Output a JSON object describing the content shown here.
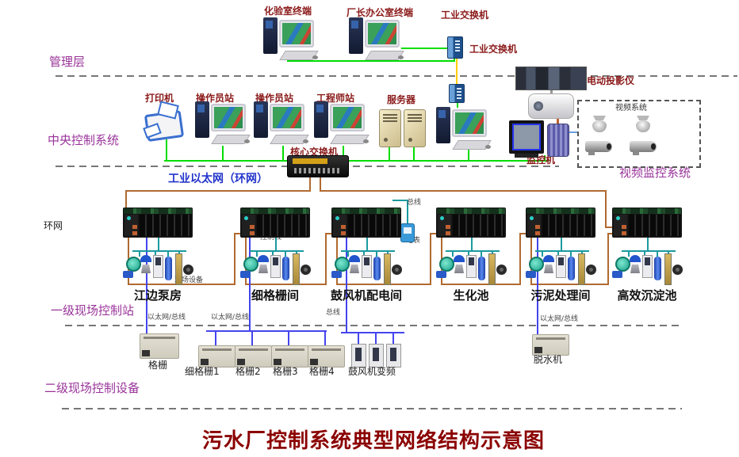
{
  "title": "污水厂控制系统典型网络结构示意图",
  "layers": {
    "management": "管理层",
    "central": "中央控制系统",
    "ring": "环网",
    "station_l1": "一级现场控制站",
    "device_l2": "二级现场控制设备",
    "video": "视频监控系统"
  },
  "management": {
    "lab_terminal": "化验室终端",
    "director_terminal": "厂长办公室终端",
    "switch_label_top": "工业交换机",
    "switch_label_side": "工业交换机"
  },
  "central": {
    "printer": "打印机",
    "operator_1": "操作员站",
    "operator_2": "操作员站",
    "engineer": "工程师站",
    "server": "服务器",
    "core_switch": "核心交换机",
    "projector": "电动投影仪",
    "monitor": "监控机",
    "video_box": "视频系统"
  },
  "ring_net": {
    "ethernet": "工业以太网（环网）",
    "control_line": "控制线",
    "field_devices": "现场设备",
    "bus_top": "总线",
    "meter": "电表",
    "bus_mid": "总线",
    "eth_bus_1": "以太网/总线",
    "eth_bus_2": "以太网/总线",
    "eth_bus_3": "以太网/总线"
  },
  "stations": [
    {
      "name": "江边泵房"
    },
    {
      "name": "细格栅间"
    },
    {
      "name": "鼓风机配电间"
    },
    {
      "name": "生化池"
    },
    {
      "name": "污泥处理间"
    },
    {
      "name": "高效沉淀池"
    }
  ],
  "level2": {
    "grille": "格栅",
    "fine_grille_1": "细格栅1",
    "grille_2": "格栅2",
    "grille_3": "格栅3",
    "grille_4": "格栅4",
    "blower_vfd": "鼓风机变频",
    "dehydrator": "脱水机"
  },
  "colors": {
    "label_purple": "#993399",
    "label_dark_red": "#8B1A1A",
    "label_blue": "#2233CC",
    "title_red": "#8B0000",
    "line_green": "#00DD00",
    "line_yellow": "#FFCC00",
    "line_ring_brown": "#B06A30",
    "line_control_teal": "#1A9AA0",
    "line_bus_blue": "#4444EE",
    "line_video_blue": "#6A9FE0"
  }
}
